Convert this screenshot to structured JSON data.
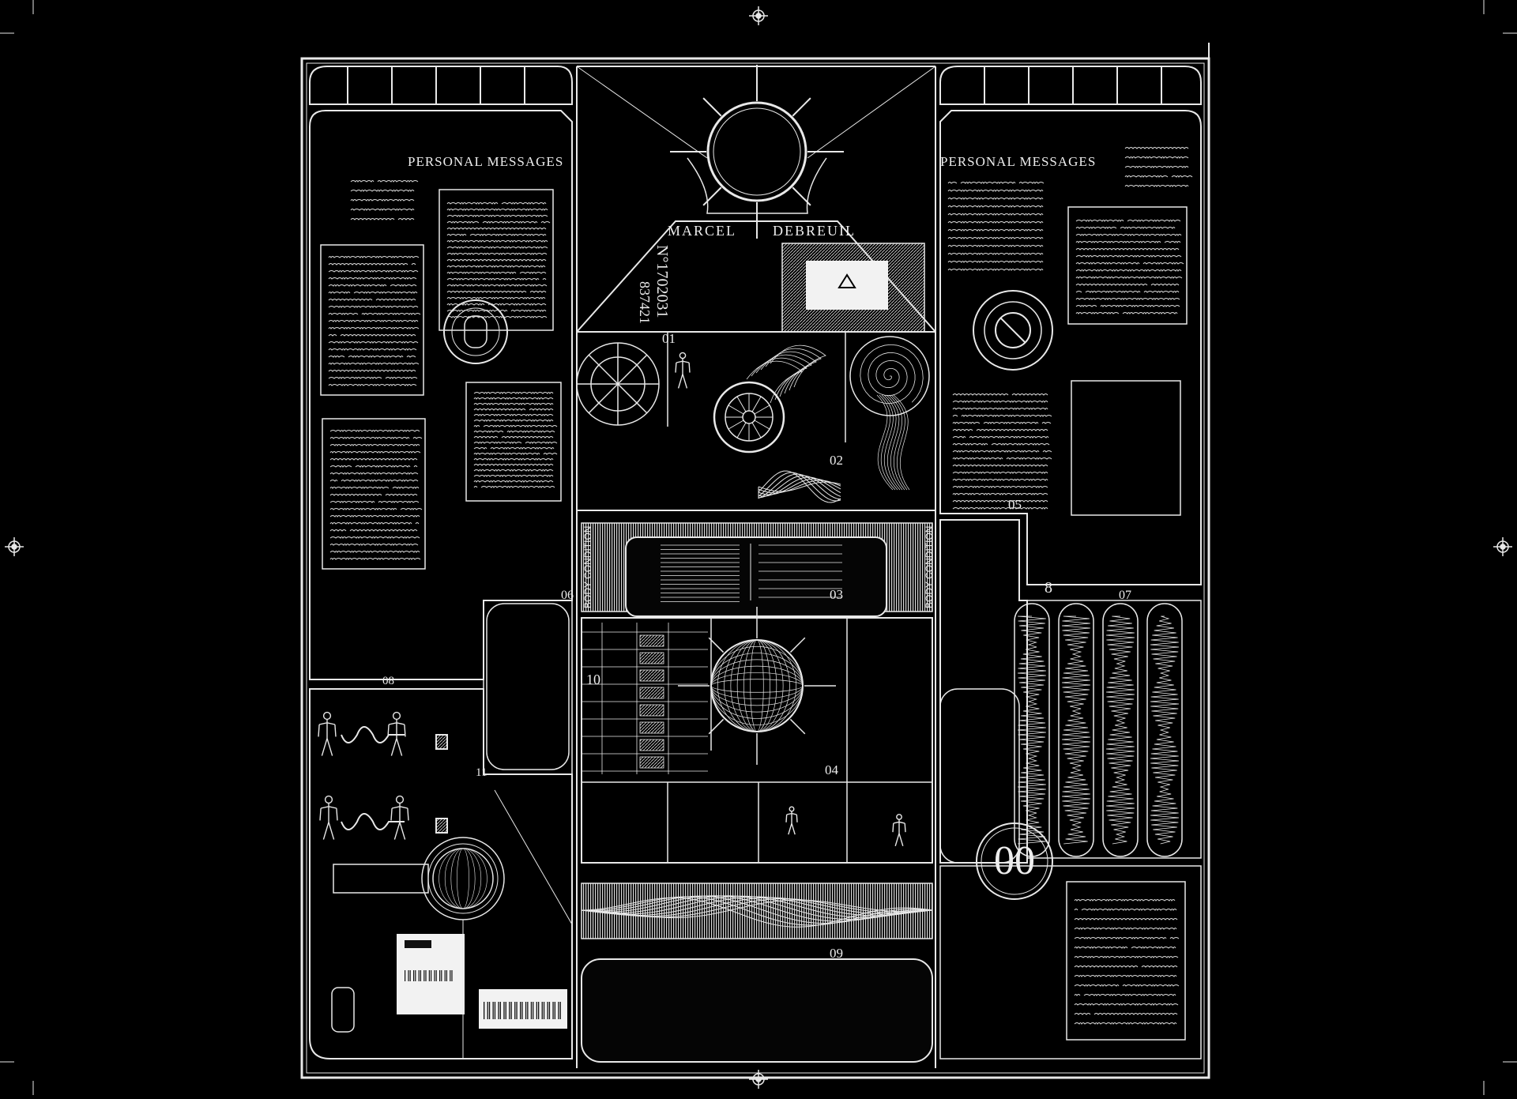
{
  "colors": {
    "background": "#000000",
    "line": "#e8e8e8",
    "panel": "#050505",
    "paper": "#f2f2f2"
  },
  "header": {
    "name_first": "MARCEL",
    "name_last": "DEBREUIL",
    "id_number": "N°1702031",
    "serial": "837421"
  },
  "sections": {
    "personal_messages_left": "PERSONAL MESSAGES",
    "personal_messages_right": "PERSONAL MESSAGES",
    "body_condition_left": "BODY CONDITION",
    "body_condition_right": "BODY CONDITION"
  },
  "labels": {
    "n01": "01",
    "n02": "02",
    "n03": "03",
    "n04": "04",
    "n05": "05",
    "n06": "06",
    "n07": "07",
    "n08": "08",
    "n09": "09",
    "n10": "10",
    "n11": "11",
    "n8": "8",
    "n00": "00"
  },
  "icons": [
    "registration-mark-icon",
    "sun-icon",
    "wheel-icon",
    "globe-icon",
    "spiral-icon",
    "warning-icon",
    "train-icon",
    "human-figure-icon",
    "barcode-icon",
    "seal-icon"
  ]
}
